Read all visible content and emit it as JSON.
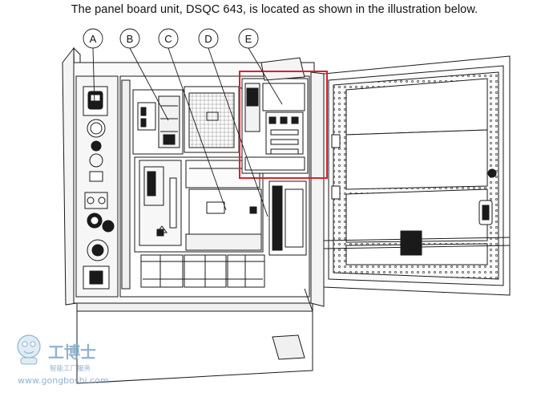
{
  "caption": "The panel board unit, DSQC 643, is located as shown in the illustration below.",
  "callouts": [
    "A",
    "B",
    "C",
    "D",
    "E"
  ],
  "highlight_color": "#d9232d",
  "line_color": "#1a1a1a",
  "watermark": {
    "brand": "工博士",
    "tagline": "智能工厂服务",
    "url": "www.gongboshi.com",
    "color": "#7da7c8"
  }
}
